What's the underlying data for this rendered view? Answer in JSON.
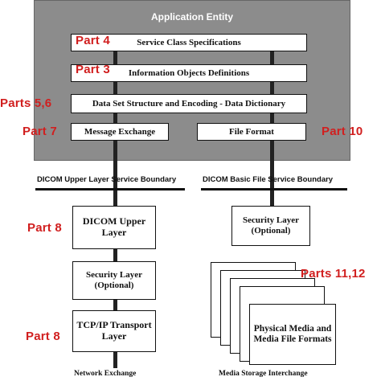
{
  "diagram": {
    "app_entity_title": "Application Entity",
    "boxes": {
      "service_class": "Service Class Specifications",
      "info_objects": "Information Objects Definitions",
      "data_set": "Data Set Structure and Encoding - Data Dictionary",
      "message_exchange": "Message Exchange",
      "file_format": "File Format",
      "dicom_upper_layer": "DICOM Upper Layer",
      "security_left": "Security Layer (Optional)",
      "tcp_ip": "TCP/IP Transport Layer",
      "security_right": "Security Layer (Optional)",
      "physical_media": "Physical Media and Media File Formats"
    },
    "part_labels": {
      "part4": "Part 4",
      "part3": "Part 3",
      "parts56": "Parts 5,6",
      "part7": "Part 7",
      "part10": "Part 10",
      "part8_upper": "Part 8",
      "part8_lower": "Part 8",
      "parts1112": "Parts 11,12"
    },
    "boundaries": {
      "upper_layer": "DICOM Upper Layer Service Boundary",
      "basic_file": "DICOM Basic File Service Boundary"
    },
    "footers": {
      "network": "Network Exchange",
      "media": "Media Storage Interchange"
    },
    "colors": {
      "part_label": "#d11f1f",
      "app_entity_bg": "#8c8c8c"
    }
  }
}
